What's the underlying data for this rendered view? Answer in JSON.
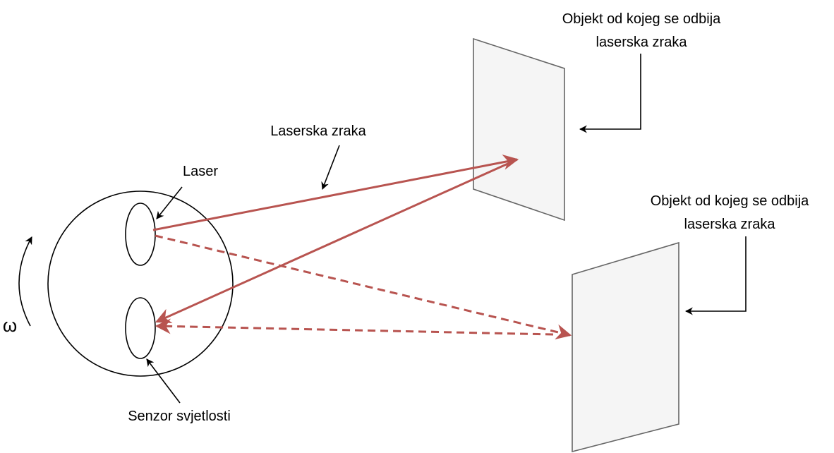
{
  "labels": {
    "laser": "Laser",
    "laser_beam": "Laserska zraka",
    "sensor": "Senzor svjetlosti",
    "omega": "ω",
    "object_top": [
      "Objekt od kojeg se odbija",
      "laserska zraka"
    ],
    "object_bottom": [
      "Objekt od kojeg se odbija",
      "laserska zraka"
    ]
  },
  "colors": {
    "beam": "#b85450",
    "panel_fill": "#f5f5f5",
    "panel_stroke": "#666666",
    "ink": "#000000"
  }
}
